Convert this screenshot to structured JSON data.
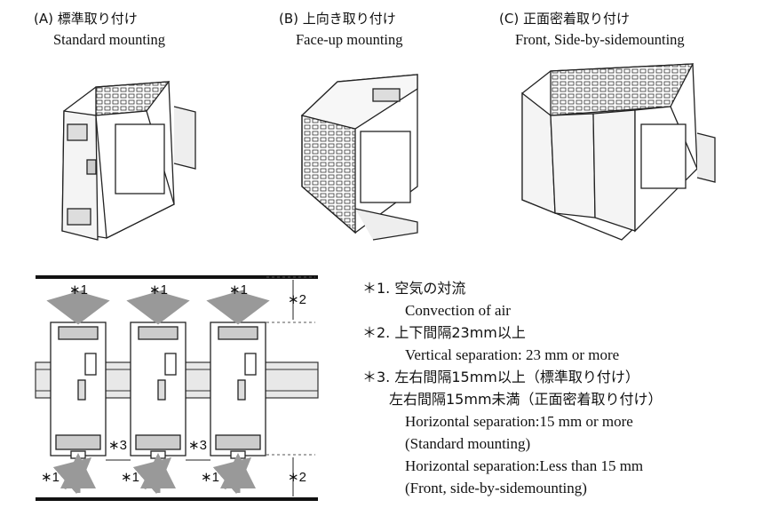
{
  "captions": {
    "a": {
      "jp": "(A) 標準取り付け",
      "en": "Standard mounting"
    },
    "b": {
      "jp": "(B) 上向き取り付け",
      "en": "Face-up mounting"
    },
    "c": {
      "jp": "(C) 正面密着取り付け",
      "en": "Front, Side-by-sidemounting"
    }
  },
  "diagram_labels": {
    "star1": "∗1",
    "star2": "∗2",
    "star3": "∗3"
  },
  "notes": {
    "n1_jp": "＊1. 空気の対流",
    "n1_en": "Convection of air",
    "n2_jp": "＊2. 上下間隔23mm以上",
    "n2_en": "Vertical separation: 23 mm or more",
    "n3_jp": "＊3. 左右間隔15mm以上（標準取り付け）",
    "n3_jp2": "左右間隔15mm未満（正面密着取り付け）",
    "n3_en1": "Horizontal separation:15 mm or more",
    "n3_en2": "(Standard mounting)",
    "n3_en3": "Horizontal separation:Less than 15 mm",
    "n3_en4": "(Front, side-by-sidemounting)"
  }
}
